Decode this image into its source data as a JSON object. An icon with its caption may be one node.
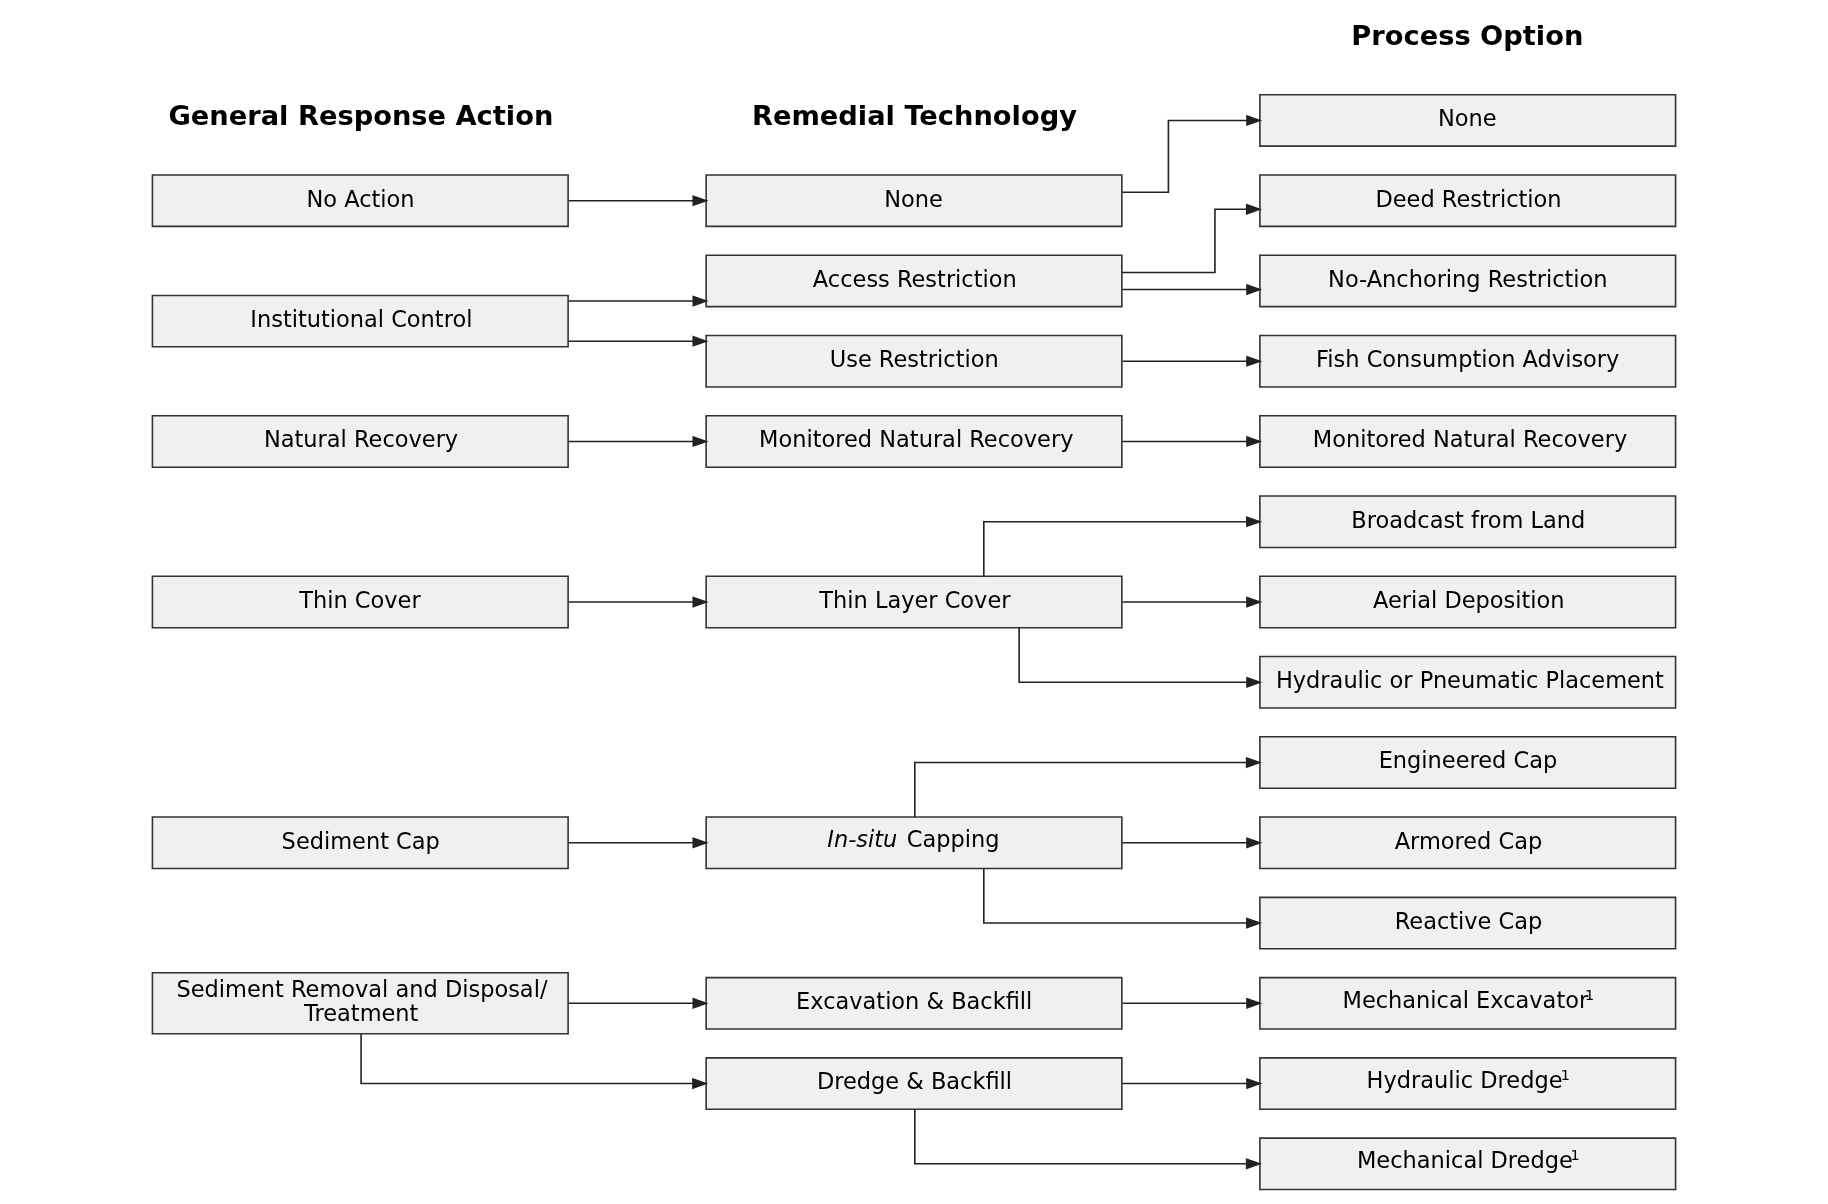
{
  "diagram": {
    "nodes": [
      {
        "text": [
          "No Action"
        ]
      },
      {
        "text": [
          "None"
        ]
      },
      {
        "text": [
          "None"
        ]
      },
      {
        "text": [
          "Institutional Control"
        ]
      },
      {
        "text": [
          "Access Restriction"
        ]
      },
      {
        "text": [
          "Deed Restriction"
        ]
      },
      {
        "text": [
          "No-Anchoring Restriction"
        ]
      },
      {
        "text": [
          "Use Restriction"
        ]
      },
      {
        "text": [
          "Fish Consumption Advisory"
        ]
      },
      {
        "text": [
          "Natural Recovery"
        ]
      },
      {
        "text": [
          "Monitored Natural Recovery"
        ]
      },
      {
        "text": [
          "Monitored Natural Recovery"
        ]
      },
      {
        "text": [
          "Thin Cover"
        ]
      },
      {
        "text": [
          "Thin Layer Cover"
        ]
      },
      {
        "text": [
          "Broadcast from Land"
        ]
      },
      {
        "text": [
          "Aerial Deposition"
        ]
      },
      {
        "text": [
          "Hydraulic or Pneumatic Placement"
        ]
      },
      {
        "text": [
          "Sediment Cap"
        ]
      },
      {
        "text": [
          "*In-situ* Capping"
        ]
      },
      {
        "text": [
          "Engineered Cap"
        ]
      },
      {
        "text": [
          "Armored Cap"
        ]
      },
      {
        "text": [
          "Reactive Cap"
        ]
      },
      {
        "text": [
          "Sediment Removal and Disposal/ Treatment"
        ]
      },
      {
        "text": [
          "Excavation & Backfill"
        ]
      },
      {
        "text": [
          "Dredge & Backfill"
        ]
      },
      {
        "text": [
          "Mechanical Excavator$^{1}$"
        ]
      },
      {
        "text": [
          "Hydraulic Dredge$^{1}$"
        ]
      },
      {
        "text": [
          "Mechanical Dredge$^{1}$"
        ]
      }
    ],
    "edges": [
      {
        "from": 0,
        "to": 1,
        "arrow": "to"
      },
      {
        "from": 1,
        "to": 2,
        "arrow": "to"
      },
      {
        "from": 3,
        "to": 4,
        "arrow": "to"
      },
      {
        "from": 3,
        "to": 7,
        "arrow": "to"
      },
      {
        "from": 4,
        "to": 5,
        "arrow": "to"
      },
      {
        "from": 4,
        "to": 6,
        "arrow": "to"
      },
      {
        "from": 7,
        "to": 8,
        "arrow": "to"
      },
      {
        "from": 9,
        "to": 10,
        "arrow": "to"
      },
      {
        "from": 10,
        "to": 11,
        "arrow": "to"
      },
      {
        "from": 12,
        "to": 13,
        "arrow": "to"
      },
      {
        "from": 13,
        "to": 14,
        "arrow": "to"
      },
      {
        "from": 13,
        "to": 15,
        "arrow": "to"
      },
      {
        "from": 13,
        "to": 16,
        "arrow": "to"
      },
      {
        "from": 17,
        "to": 18,
        "arrow": "to"
      },
      {
        "from": 18,
        "to": 19,
        "arrow": "to"
      },
      {
        "from": 18,
        "to": 20,
        "arrow": "to"
      },
      {
        "from": 18,
        "to": 21,
        "arrow": "to"
      },
      {
        "from": 22,
        "to": 23,
        "arrow": "to"
      },
      {
        "from": 22,
        "to": 24,
        "arrow": "to"
      },
      {
        "from": 23,
        "to": 25,
        "arrow": "to"
      },
      {
        "from": 24,
        "to": 26,
        "arrow": "to"
      },
      {
        "from": 24,
        "to": 27,
        "arrow": "to"
      }
    ],
    "labels": [
      "General Response Action",
      "Remedial Technology",
      "Process Option"
    ]
  }
}
